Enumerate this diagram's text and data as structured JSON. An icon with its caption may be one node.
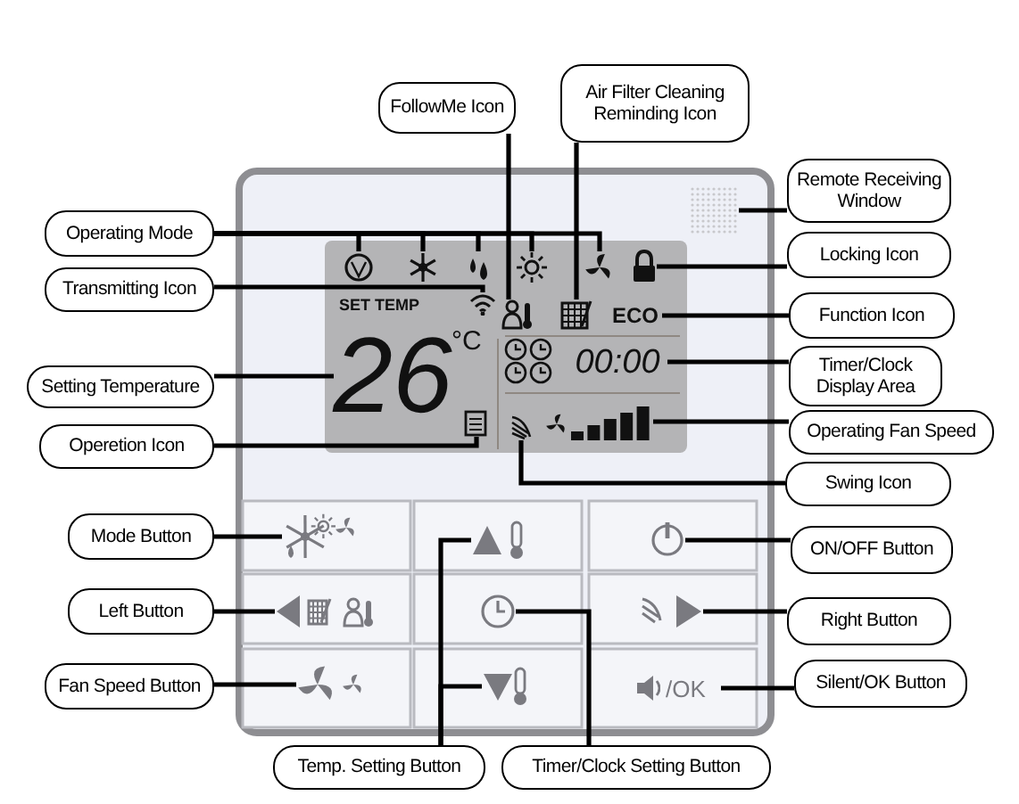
{
  "diagram": {
    "nodes": [
      {
        "text": [
          "FollowMe Icon"
        ]
      },
      {
        "text": [
          "Air Filter Cleaning Reminding Icon"
        ]
      },
      {
        "text": [
          "Remote Receiving Window"
        ]
      },
      {
        "text": [
          "Operating Mode"
        ]
      },
      {
        "text": [
          "Locking Icon"
        ]
      },
      {
        "text": [
          "Transmitting Icon"
        ]
      },
      {
        "text": [
          "Function Icon"
        ]
      },
      {
        "text": [
          "Setting Temperature"
        ]
      },
      {
        "text": [
          "Timer/Clock Display Area"
        ]
      },
      {
        "text": [
          "Operetion Icon"
        ]
      },
      {
        "text": [
          "Operating Fan Speed"
        ]
      },
      {
        "text": [
          "Swing Icon"
        ]
      },
      {
        "text": [
          "Mode Button"
        ]
      },
      {
        "text": [
          "ON/OFF Button"
        ]
      },
      {
        "text": [
          "Left Button"
        ]
      },
      {
        "text": [
          "Right Button"
        ]
      },
      {
        "text": [
          "Fan Speed Button"
        ]
      },
      {
        "text": [
          "Silent/OK Button"
        ]
      },
      {
        "text": [
          "Temp. Setting Button"
        ]
      },
      {
        "text": [
          "Timer/Clock Setting Button"
        ]
      },
      {
        "text": [],
        "shape": "person"
      },
      {
        "text": [],
        "shape": "grid"
      },
      {
        "text": [],
        "shape": "dots"
      },
      {
        "text": [],
        "shape": "circle"
      },
      {
        "text": [],
        "shape": "snowflake"
      },
      {
        "text": [],
        "shape": "drop"
      },
      {
        "text": [],
        "shape": "sun"
      },
      {
        "text": [],
        "shape": "fan"
      },
      {
        "text": [],
        "shape": "lock"
      },
      {
        "text": [],
        "shape": "signal"
      },
      {
        "text": [
          "ECO"
        ]
      },
      {
        "text": [
          "26"
        ]
      },
      {
        "text": [
          "00:00"
        ]
      },
      {
        "text": [],
        "shape": "box"
      },
      {
        "text": [],
        "shape": "bar"
      },
      {
        "text": [],
        "shape": "louver"
      },
      {
        "text": [],
        "shape": "snowflake"
      },
      {
        "text": [],
        "shape": "triangle"
      },
      {
        "text": [],
        "shape": "circle"
      },
      {
        "text": [],
        "shape": "triangle"
      },
      {
        "text": [],
        "shape": "clock"
      },
      {
        "text": [],
        "shape": "triangle"
      },
      {
        "text": [],
        "shape": "fan"
      },
      {
        "text": [],
        "shape": "triangle"
      },
      {
        "text": [
          "/OK"
        ]
      }
    ],
    "edges": [
      {
        "from": 0,
        "to": 20,
        "arrow": "none"
      },
      {
        "from": 1,
        "to": 21,
        "arrow": "none"
      },
      {
        "from": 2,
        "to": 22,
        "arrow": "none"
      },
      {
        "from": 3,
        "to": 23,
        "arrow": "none"
      },
      {
        "from": 3,
        "to": 24,
        "arrow": "none"
      },
      {
        "from": 3,
        "to": 25,
        "arrow": "none"
      },
      {
        "from": 3,
        "to": 26,
        "arrow": "none"
      },
      {
        "from": 3,
        "to": 27,
        "arrow": "none"
      },
      {
        "from": 4,
        "to": 28,
        "arrow": "none"
      },
      {
        "from": 5,
        "to": 29,
        "arrow": "none"
      },
      {
        "from": 6,
        "to": 30,
        "arrow": "none"
      },
      {
        "from": 7,
        "to": 31,
        "arrow": "none"
      },
      {
        "from": 8,
        "to": 32,
        "arrow": "none"
      },
      {
        "from": 9,
        "to": 33,
        "arrow": "none"
      },
      {
        "from": 10,
        "to": 34,
        "arrow": "none"
      },
      {
        "from": 11,
        "to": 35,
        "arrow": "none"
      },
      {
        "from": 12,
        "to": 36,
        "arrow": "none"
      },
      {
        "from": 13,
        "to": 38,
        "arrow": "none"
      },
      {
        "from": 14,
        "to": 39,
        "arrow": "none"
      },
      {
        "from": 15,
        "to": 41,
        "arrow": "none"
      },
      {
        "from": 16,
        "to": 42,
        "arrow": "none"
      },
      {
        "from": 17,
        "to": 44,
        "arrow": "none"
      },
      {
        "from": 18,
        "to": 37,
        "arrow": "none"
      },
      {
        "from": 18,
        "to": 43,
        "arrow": "none"
      },
      {
        "from": 19,
        "to": 40,
        "arrow": "none"
      }
    ],
    "labels": [
      "SET TEMP",
      "°C"
    ]
  }
}
